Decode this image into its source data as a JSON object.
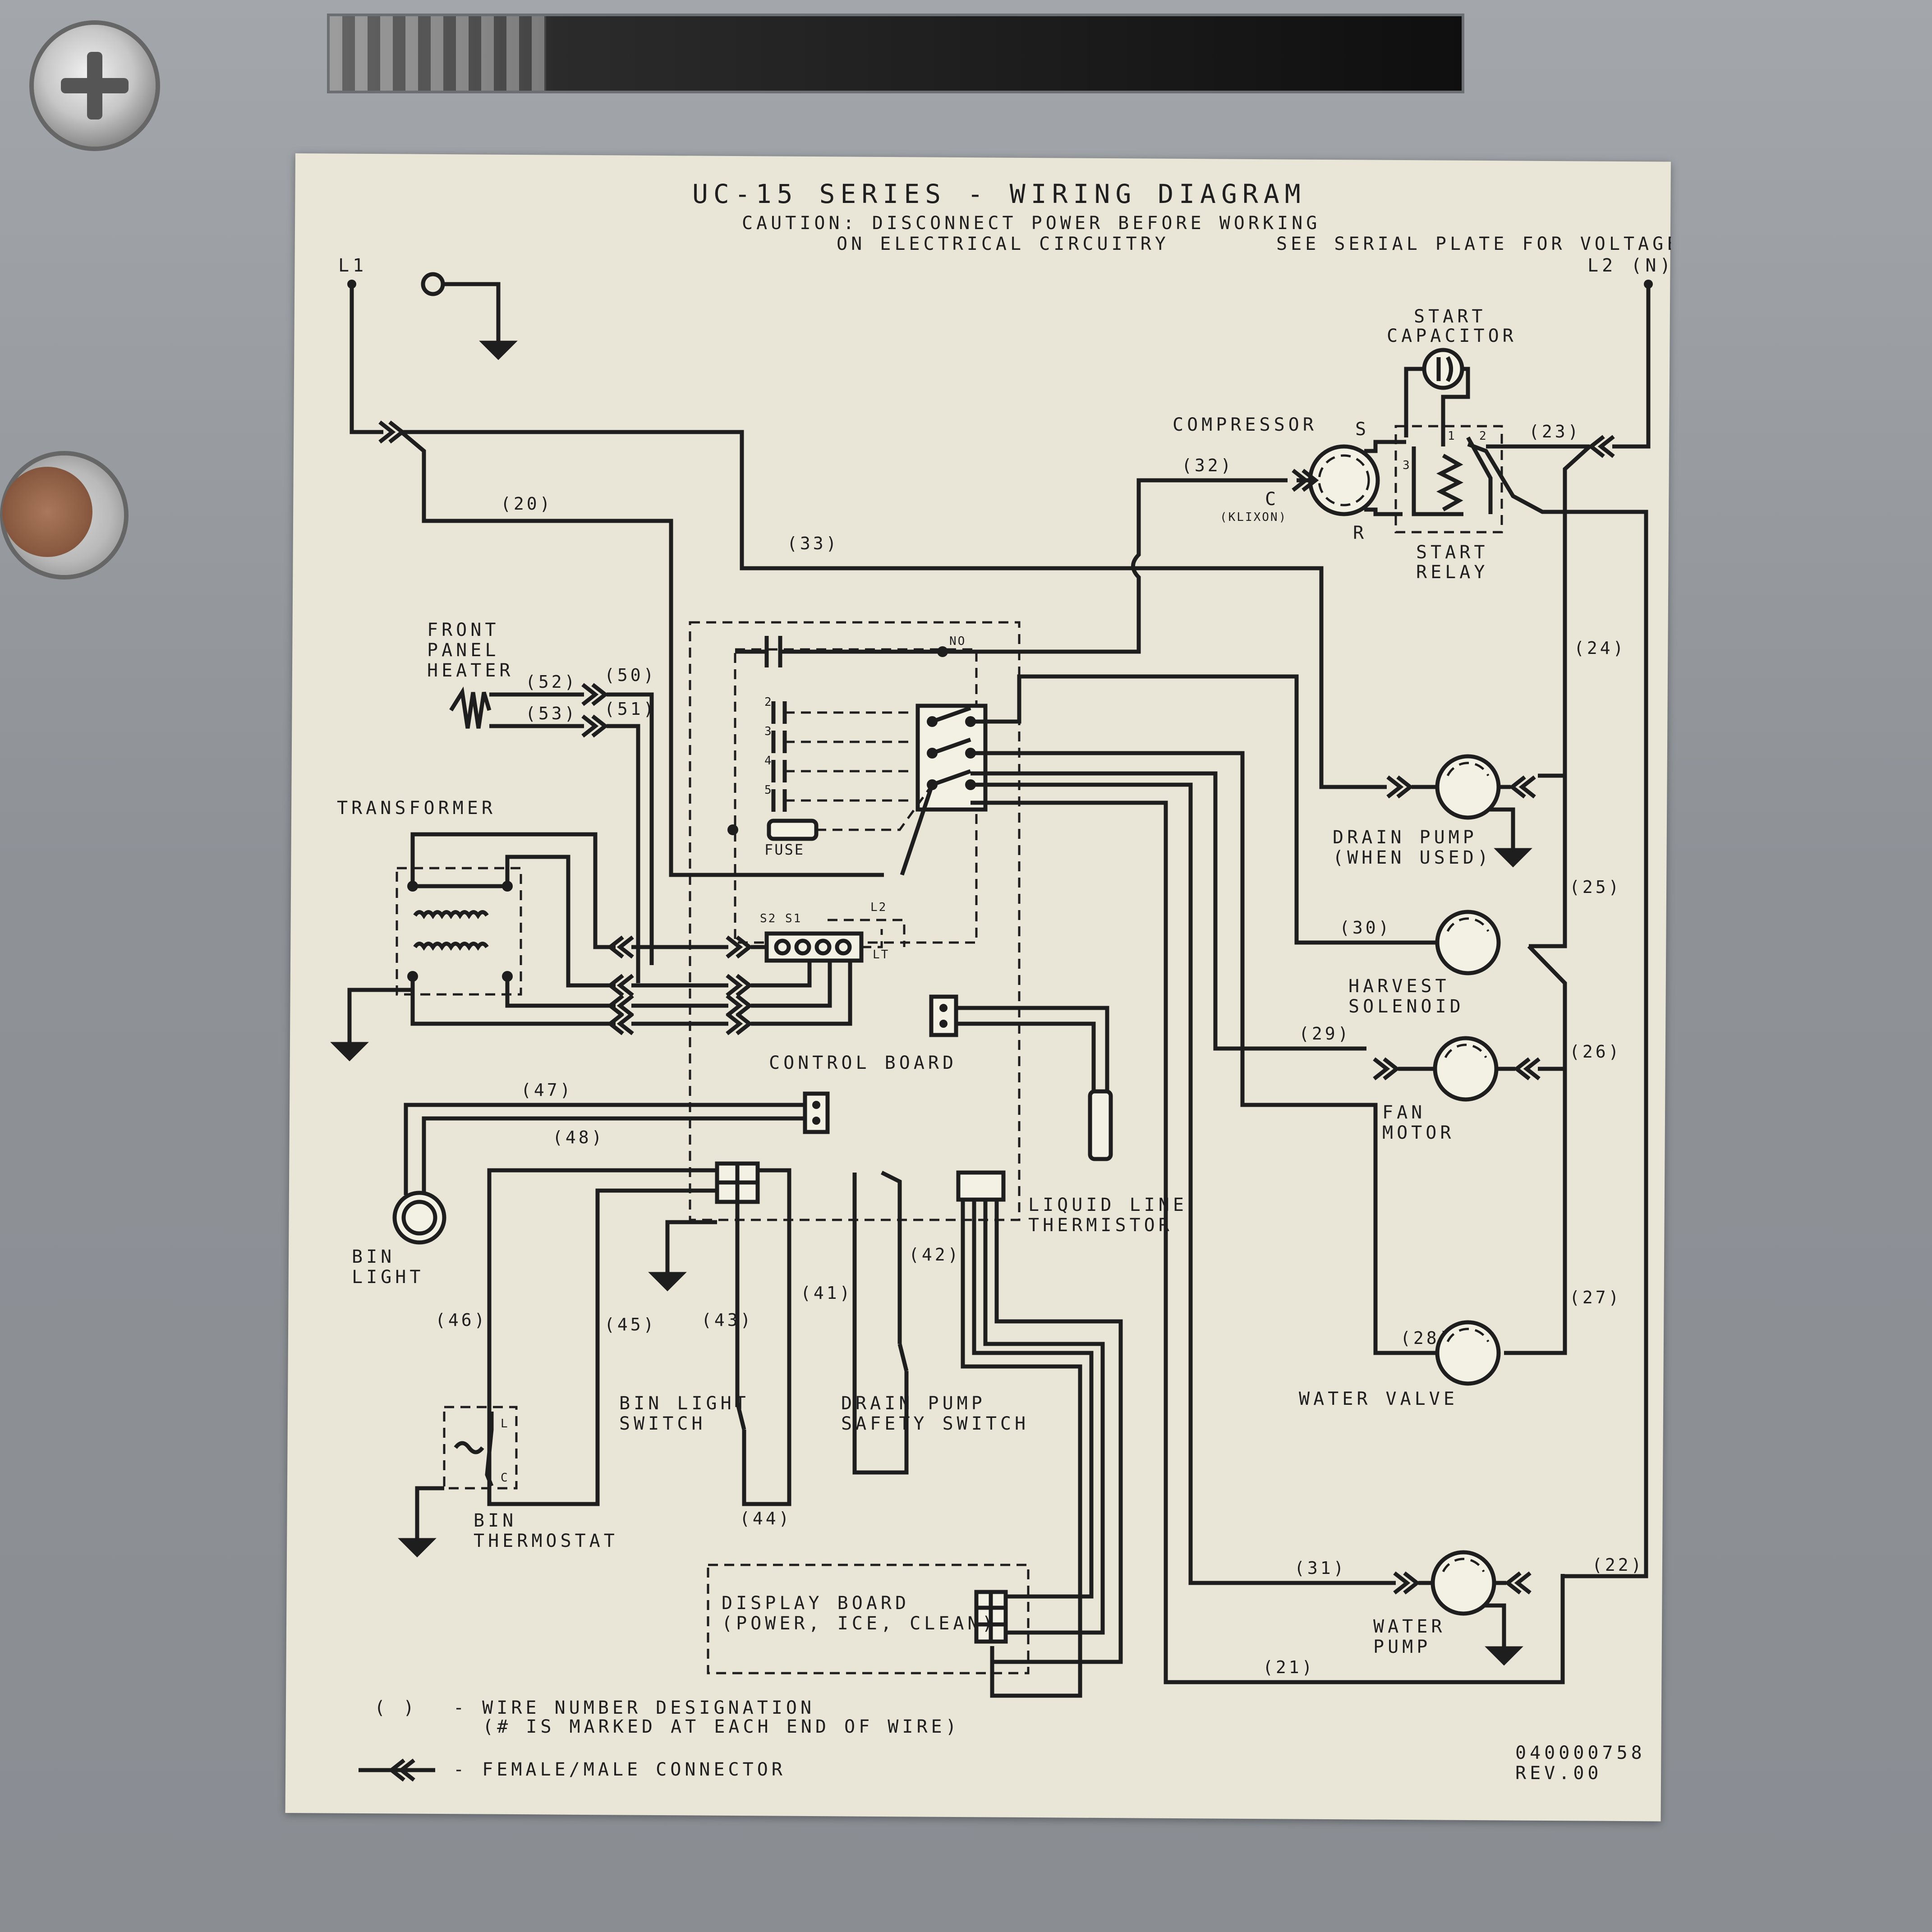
{
  "title": "UC-15 SERIES - WIRING DIAGRAM",
  "caution_line1": "CAUTION: DISCONNECT POWER BEFORE WORKING",
  "caution_line2": "ON ELECTRICAL CIRCUITRY",
  "voltage_note": "SEE SERIAL PLATE FOR VOLTAGE",
  "terminals": {
    "l1": "L1",
    "l2": "L2 (N)"
  },
  "components": {
    "start_capacitor": [
      "START",
      "CAPACITOR"
    ],
    "compressor": "COMPRESSOR",
    "compressor_pins": {
      "s": "S",
      "c": "C",
      "r": "R",
      "klixon": "(KLIXON)"
    },
    "relay_pins": {
      "p1": "1",
      "p2": "2",
      "p3": "3"
    },
    "start_relay": [
      "START",
      "RELAY"
    ],
    "front_panel_heater": [
      "FRONT",
      "PANEL",
      "HEATER"
    ],
    "transformer": "TRANSFORMER",
    "board_no": "NO",
    "board_positions": [
      "2",
      "3",
      "4",
      "5"
    ],
    "fuse": "FUSE",
    "board_terms": {
      "s2s1": "S2 S1",
      "l2": "L2",
      "lt": "LT"
    },
    "control_board": "CONTROL BOARD",
    "drain_pump": [
      "DRAIN PUMP",
      "(WHEN USED)"
    ],
    "harvest_solenoid": [
      "HARVEST",
      "SOLENOID"
    ],
    "fan_motor": [
      "FAN",
      "MOTOR"
    ],
    "liquid_line_thermistor": [
      "LIQUID LINE",
      "THERMISTOR"
    ],
    "bin_light": [
      "BIN",
      "LIGHT"
    ],
    "bin_light_switch": [
      "BIN LIGHT",
      "SWITCH"
    ],
    "drain_pump_safety_switch": [
      "DRAIN PUMP",
      "SAFETY SWITCH"
    ],
    "bin_thermostat": [
      "BIN",
      "THERMOSTAT"
    ],
    "thermostat_pins": {
      "l": "L",
      "c": "C"
    },
    "water_valve": "WATER VALVE",
    "water_pump": [
      "WATER",
      "PUMP"
    ],
    "display_board": [
      "DISPLAY BOARD",
      "(POWER, ICE, CLEAN)"
    ]
  },
  "wires": {
    "w20": "(20)",
    "w21": "(21)",
    "w22": "(22)",
    "w23": "(23)",
    "w24": "(24)",
    "w25": "(25)",
    "w26": "(26)",
    "w27": "(27)",
    "w28": "(28)",
    "w29": "(29)",
    "w30": "(30)",
    "w31": "(31)",
    "w32": "(32)",
    "w33": "(33)",
    "w41": "(41)",
    "w42": "(42)",
    "w43": "(43)",
    "w44": "(44)",
    "w45": "(45)",
    "w46": "(46)",
    "w47": "(47)",
    "w48": "(48)",
    "w50": "(50)",
    "w51": "(51)",
    "w52": "(52)",
    "w53": "(53)"
  },
  "legend": {
    "symbol": "( )",
    "wire_number": "- WIRE NUMBER DESIGNATION",
    "wire_number_note": "(# IS MARKED AT EACH END OF WIRE)",
    "connector": "- FEMALE/MALE CONNECTOR"
  },
  "part_number": "040000758",
  "revision": "REV.00"
}
